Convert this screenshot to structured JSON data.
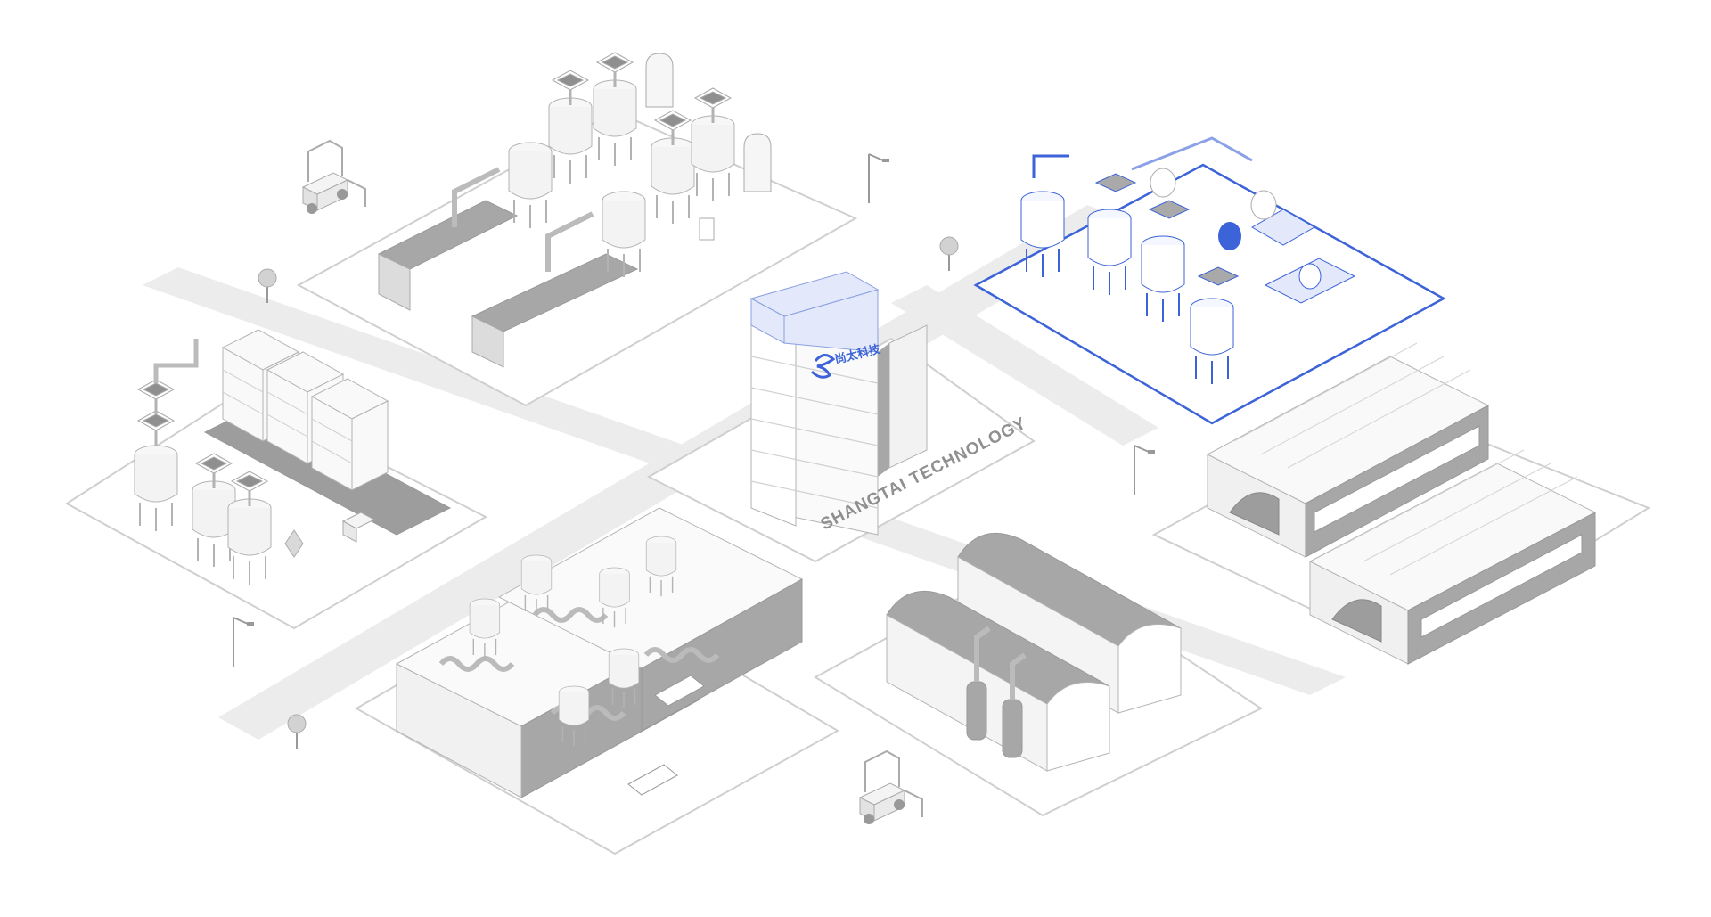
{
  "company": {
    "name": "SHANGTAI TECHNOLOGY",
    "logo_text": "尚太科技"
  },
  "zones": [
    {
      "id": "zone-mixing-tanks",
      "state": "normal"
    },
    {
      "id": "zone-reactor-highlighted",
      "state": "active"
    },
    {
      "id": "zone-storage-racks",
      "state": "normal"
    },
    {
      "id": "zone-headquarters",
      "state": "normal"
    },
    {
      "id": "zone-kiln-warehouses",
      "state": "normal"
    },
    {
      "id": "zone-processing-line",
      "state": "normal"
    },
    {
      "id": "zone-arched-workshops",
      "state": "normal"
    }
  ],
  "colors": {
    "accent": "#3c63d8",
    "accent_fill": "#e3e9fb",
    "line": "#b9b9b9",
    "road": "#ececec",
    "dark": "#a7a7a7",
    "platform_edge": "#cfcfcf"
  },
  "icons": [
    "forklift-icon",
    "tree-icon",
    "street-lamp-icon",
    "logo-icon"
  ]
}
